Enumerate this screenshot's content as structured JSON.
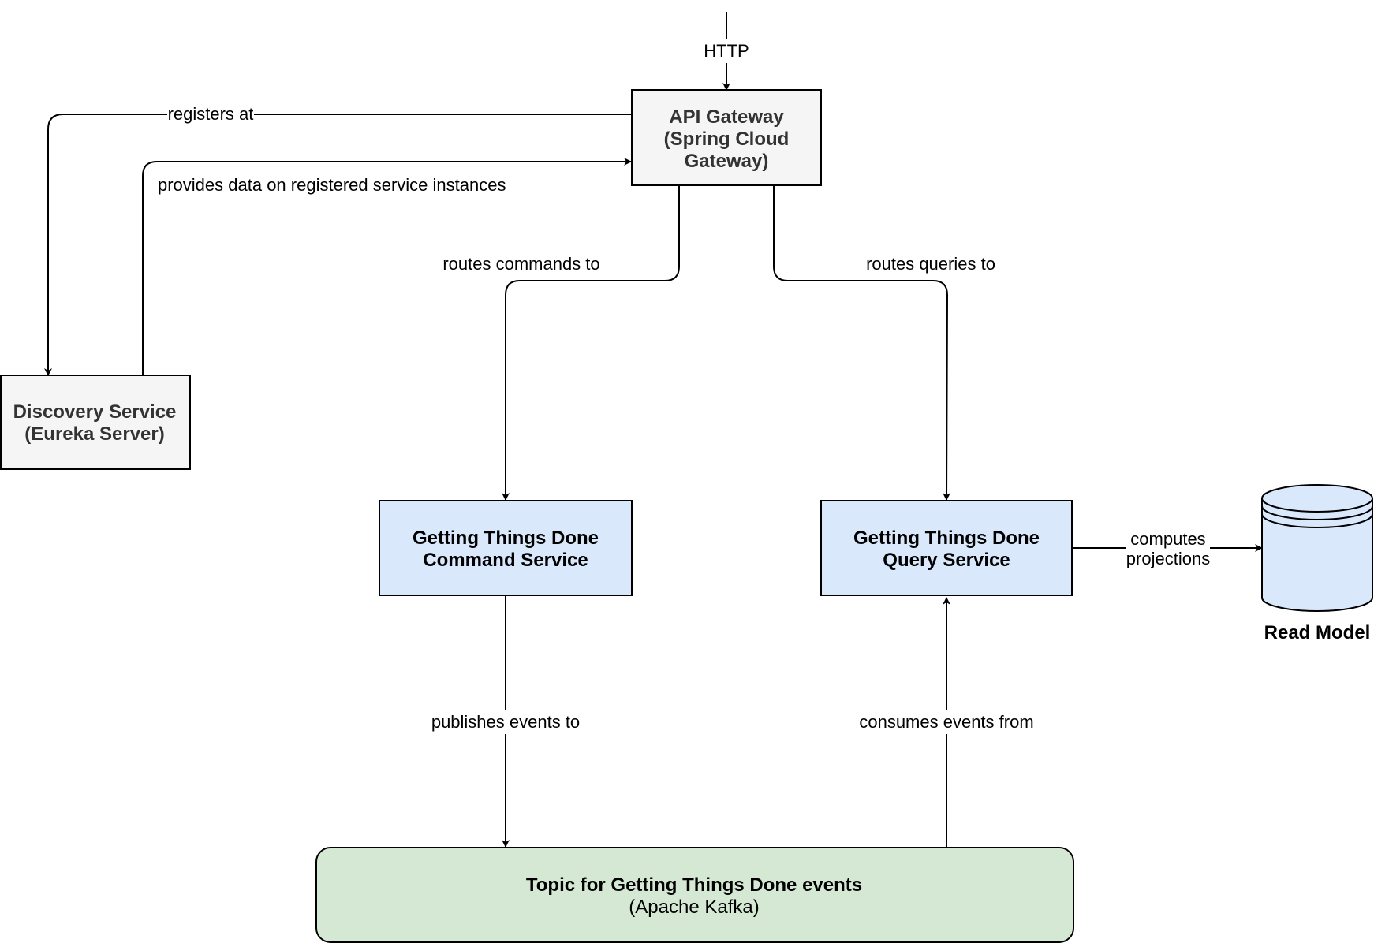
{
  "nodes": {
    "api_gateway": {
      "line1": "API Gateway",
      "line2": "(Spring Cloud",
      "line3": "Gateway)",
      "fill": "#f5f5f5",
      "stroke": "#000000"
    },
    "discovery_service": {
      "line1": "Discovery Service",
      "line2": "(Eureka Server)",
      "fill": "#f5f5f5",
      "stroke": "#000000"
    },
    "command_service": {
      "line1": "Getting Things Done",
      "line2": "Command Service",
      "fill": "#dae8fc",
      "stroke": "#000000"
    },
    "query_service": {
      "line1": "Getting Things Done",
      "line2": "Query Service",
      "fill": "#dae8fc",
      "stroke": "#000000"
    },
    "kafka_topic": {
      "line1": "Topic for Getting Things Done events",
      "line2": "(Apache Kafka)",
      "fill": "#d5e8d4",
      "stroke": "#000000"
    },
    "read_model": {
      "label": "Read Model",
      "fill": "#dae8fc",
      "stroke": "#000000"
    }
  },
  "edges": {
    "http": "HTTP",
    "registers_at": "registers at",
    "provides_data": "provides data on registered service instances",
    "routes_commands": "routes commands to",
    "routes_queries": "routes queries to",
    "publishes_events": "publishes events to",
    "consumes_events": "consumes events from",
    "computes_projections_line1": "computes",
    "computes_projections_line2": "projections"
  }
}
